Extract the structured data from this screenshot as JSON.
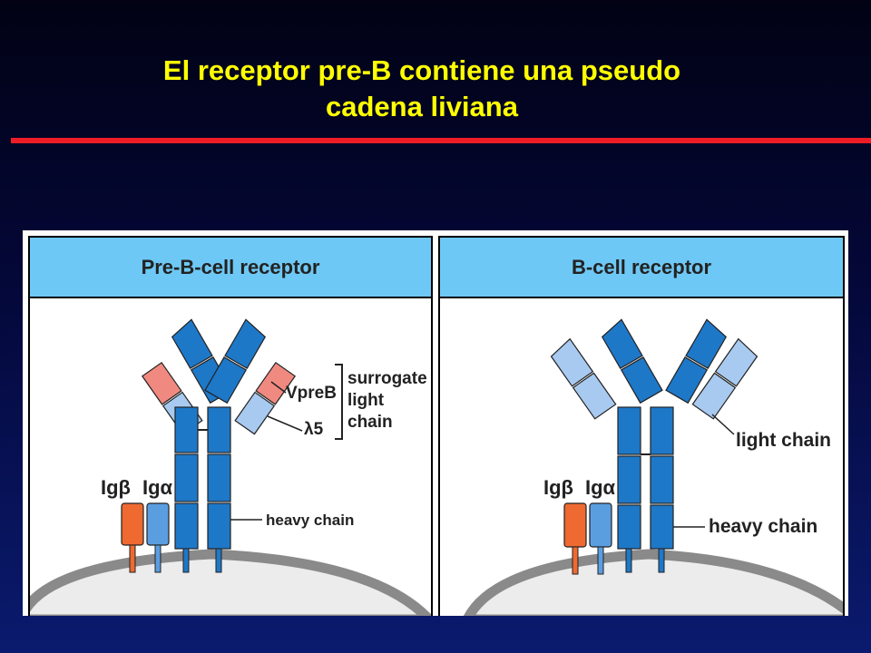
{
  "slide": {
    "title_line1": "El receptor pre-B contiene una pseudo",
    "title_line2": "cadena liviana",
    "title_color": "#ffff00",
    "rule_color": "#ee1c25",
    "background": "#04083a"
  },
  "colors": {
    "heavy_chain": "#1e78c8",
    "light_chain": "#a8caf0",
    "vpreb": "#f08a80",
    "ig_beta": "#ee6a30",
    "ig_alpha": "#5a9ee0",
    "header": "#6ec8f5"
  },
  "panels": {
    "pre_b": {
      "header": "Pre-B-cell receptor",
      "ig_beta": "Igβ",
      "ig_alpha": "Igα",
      "vpreb": "VpreB",
      "lambda5": "λ5",
      "surrogate": "surrogate",
      "light": "light",
      "chain": "chain",
      "heavy_chain": "heavy chain"
    },
    "b_cell": {
      "header": "B-cell receptor",
      "ig_beta": "Igβ",
      "ig_alpha": "Igα",
      "light_chain": "light chain",
      "heavy_chain": "heavy chain"
    }
  }
}
